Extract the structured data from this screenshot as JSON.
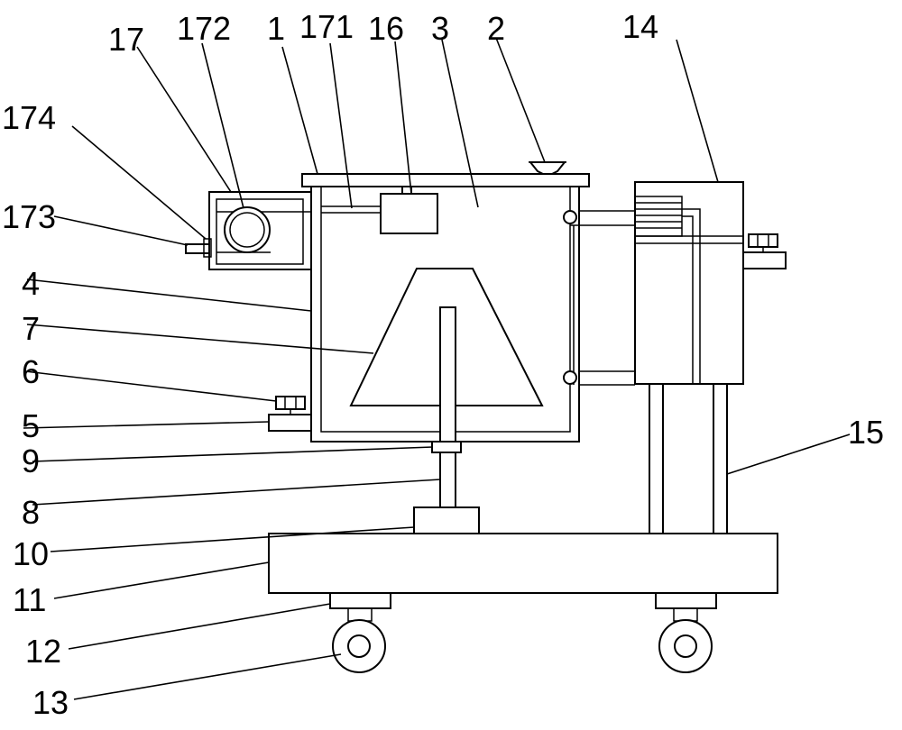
{
  "labels": {
    "l1": "1",
    "l2": "2",
    "l3": "3",
    "l4": "4",
    "l5": "5",
    "l6": "6",
    "l7": "7",
    "l8": "8",
    "l9": "9",
    "l10": "10",
    "l11": "11",
    "l12": "12",
    "l13": "13",
    "l14": "14",
    "l15": "15",
    "l16": "16",
    "l17": "17",
    "l171": "171",
    "l172": "172",
    "l173": "173",
    "l174": "174"
  }
}
